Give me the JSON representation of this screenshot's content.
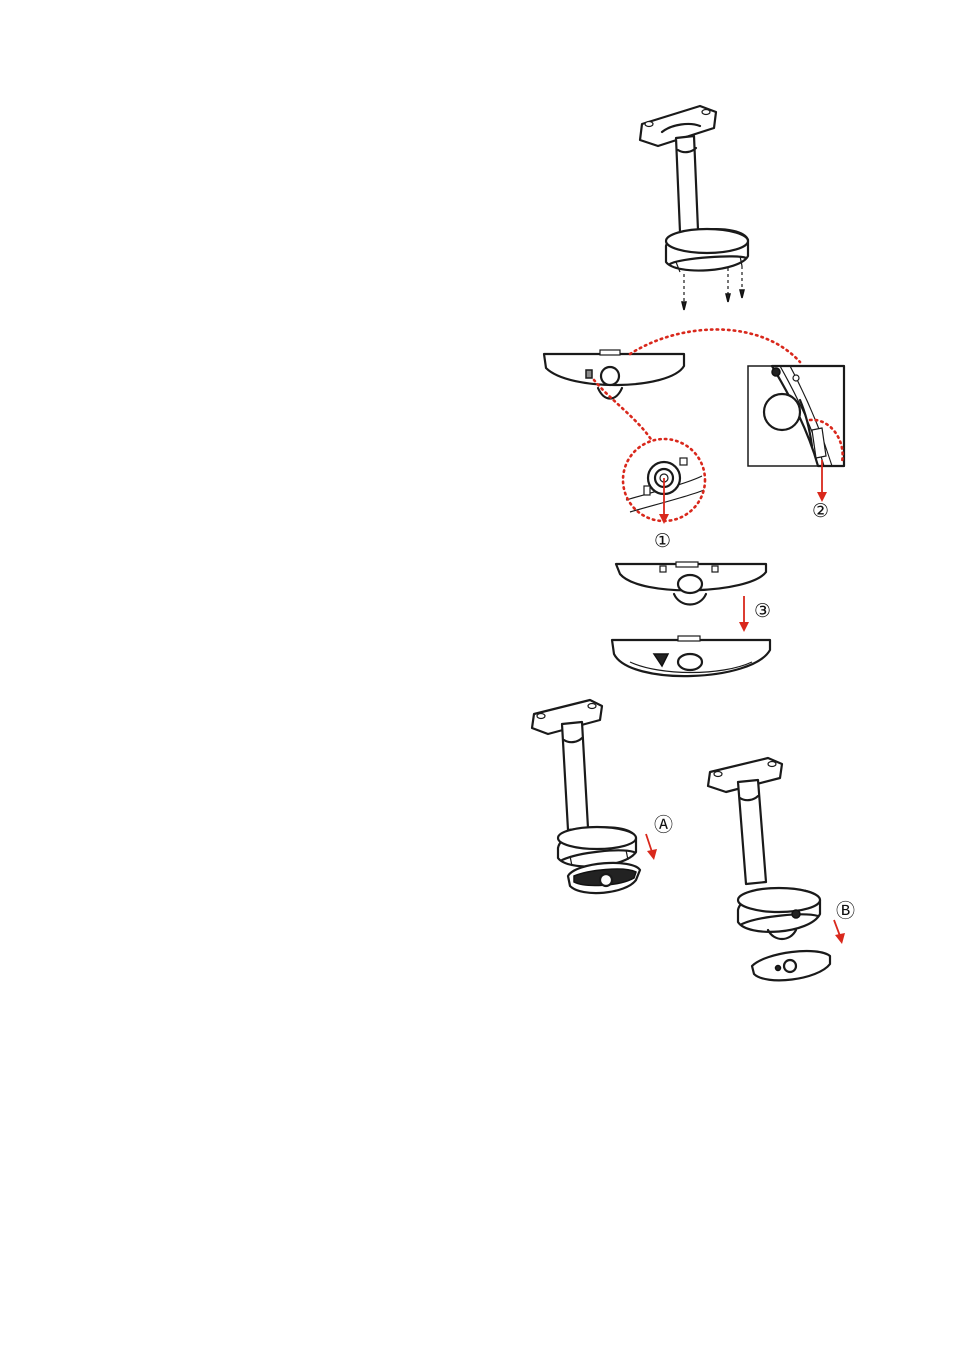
{
  "labels": {
    "step1": "①",
    "step2": "②",
    "step3": "③",
    "stepA": "Ⓐ",
    "stepB": "Ⓑ"
  },
  "colors": {
    "arrow": "#d9281c",
    "line": "#1a1a1a",
    "background": "#ffffff"
  }
}
